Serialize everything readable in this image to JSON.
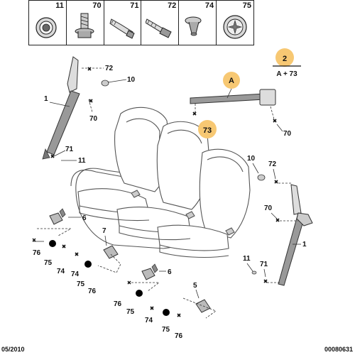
{
  "parts_strip": [
    {
      "num": "11",
      "icon": "collar-nut-icon"
    },
    {
      "num": "70",
      "icon": "flange-bolt-icon"
    },
    {
      "num": "71",
      "icon": "shoulder-bolt-icon"
    },
    {
      "num": "72",
      "icon": "stud-bolt-icon"
    },
    {
      "num": "74",
      "icon": "push-clip-icon"
    },
    {
      "num": "75",
      "icon": "star-washer-icon"
    }
  ],
  "assembly_ref": {
    "number": "2",
    "formula": "A + 73"
  },
  "callouts": {
    "A": "A",
    "n73": "73",
    "left_belt": {
      "n72": "72",
      "n10": "10",
      "n1": "1",
      "n70": "70",
      "n71": "71",
      "n11": "11"
    },
    "center_belt": {
      "n70": "70"
    },
    "right_belt": {
      "n10": "10",
      "n72": "72",
      "n70": "70",
      "n1": "1",
      "n11": "11",
      "n71": "71"
    },
    "buckles": {
      "b1": {
        "part": "6",
        "n76": "76",
        "n75": "75",
        "n74": "74"
      },
      "b2": {
        "part": "7",
        "n74": "74",
        "n75": "75",
        "n76": "76"
      },
      "b3": {
        "part": "6",
        "n76": "76",
        "n75": "75"
      },
      "b4": {
        "part": "5",
        "n74": "74",
        "n75": "75",
        "n76": "76"
      }
    }
  },
  "footer": {
    "date": "05/2010",
    "ref": "00080631"
  }
}
